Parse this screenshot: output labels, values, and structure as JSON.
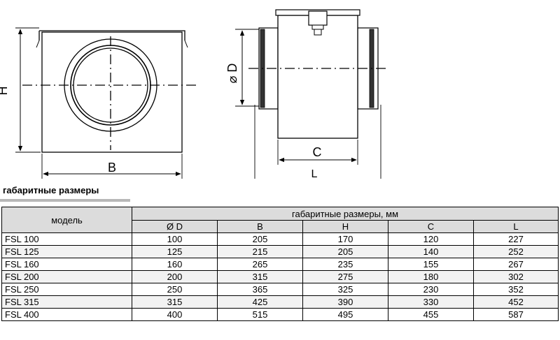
{
  "drawing": {
    "label_h": "H",
    "label_b": "B",
    "label_d": "⌀ D",
    "label_c": "C",
    "label_l": "L"
  },
  "section_title": "габаритные размеры",
  "table": {
    "model_header": "модель",
    "group_header": "габаритные размеры, мм",
    "columns": [
      "Ø  D",
      "B",
      "H",
      "C",
      "L"
    ],
    "rows": [
      {
        "name": "FSL 100",
        "values": [
          "100",
          "205",
          "170",
          "120",
          "227"
        ]
      },
      {
        "name": "FSL 125",
        "values": [
          "125",
          "215",
          "205",
          "140",
          "252"
        ]
      },
      {
        "name": "FSL 160",
        "values": [
          "160",
          "265",
          "235",
          "155",
          "267"
        ]
      },
      {
        "name": "FSL 200",
        "values": [
          "200",
          "315",
          "275",
          "180",
          "302"
        ]
      },
      {
        "name": "FSL 250",
        "values": [
          "250",
          "365",
          "325",
          "230",
          "352"
        ]
      },
      {
        "name": "FSL 315",
        "values": [
          "315",
          "425",
          "390",
          "330",
          "452"
        ]
      },
      {
        "name": "FSL 400",
        "values": [
          "400",
          "515",
          "495",
          "455",
          "587"
        ]
      }
    ]
  }
}
